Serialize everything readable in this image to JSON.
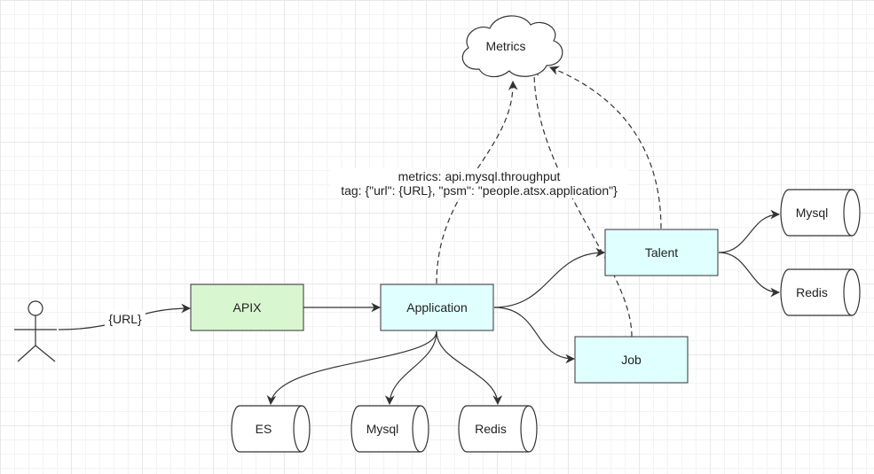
{
  "nodes": {
    "metrics": "Metrics",
    "apix": "APIX",
    "application": "Application",
    "talent": "Talent",
    "job": "Job",
    "es": "ES",
    "mysql_app": "Mysql",
    "redis_app": "Redis",
    "mysql_talent": "Mysql",
    "redis_talent": "Redis"
  },
  "edges": {
    "url_label": "{URL}",
    "metrics_line1": "metrics: api.mysql.throughput",
    "metrics_line2": "tag: {\"url\": {URL}, \"psm\": \"people.atsx.application\"}"
  },
  "colors": {
    "service_fill": "#e0ffff",
    "gateway_fill": "#d8f7d0",
    "storage_fill": "#ffffff",
    "line": "#333333"
  }
}
